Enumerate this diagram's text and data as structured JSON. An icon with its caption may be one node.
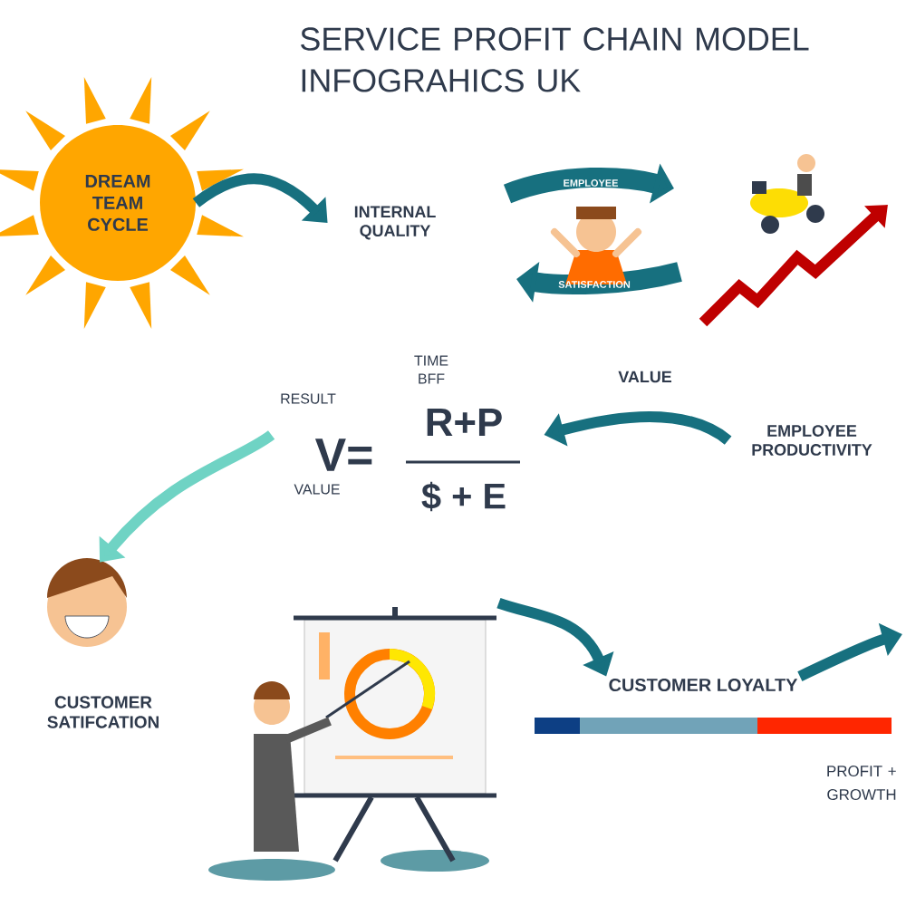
{
  "diagram": {
    "title": "SERVICE PROFIT CHAIN MODEL INFOGRAHICS UK",
    "nodes": [
      {
        "text": [
          "DREAM TEAM CYCLE"
        ]
      },
      {
        "text": [
          "INTERNAL QUALITY"
        ]
      },
      {
        "text": [
          "EMPLOYEE",
          "SATISFACTION"
        ]
      },
      {
        "text": [],
        "shape": "picture"
      },
      {
        "text": [
          "EMPLOYEE PRODUCTIVITY"
        ]
      },
      {
        "text": [
          "TIME BFF",
          "RESULT",
          "V=",
          "R+P",
          "$ + E",
          "VALUE"
        ]
      },
      {
        "text": [
          "CUSTOMER SATIFCATION"
        ]
      },
      {
        "text": [],
        "shape": "picture"
      },
      {
        "text": [
          "CUSTOMER LOYALTY"
        ]
      },
      {
        "text": [
          "PROFIT + GROWTH"
        ]
      }
    ],
    "edges": [
      {
        "from": 0,
        "to": 1,
        "arrow": "to"
      },
      {
        "from": 4,
        "to": 5,
        "arrow": "to",
        "label": "VALUE"
      },
      {
        "from": 5,
        "to": 6,
        "arrow": "to",
        "color": "#6fd3c4"
      },
      {
        "from": 7,
        "to": 8,
        "arrow": "to"
      },
      {
        "from": 8,
        "to": null,
        "arrow": "to"
      }
    ]
  }
}
